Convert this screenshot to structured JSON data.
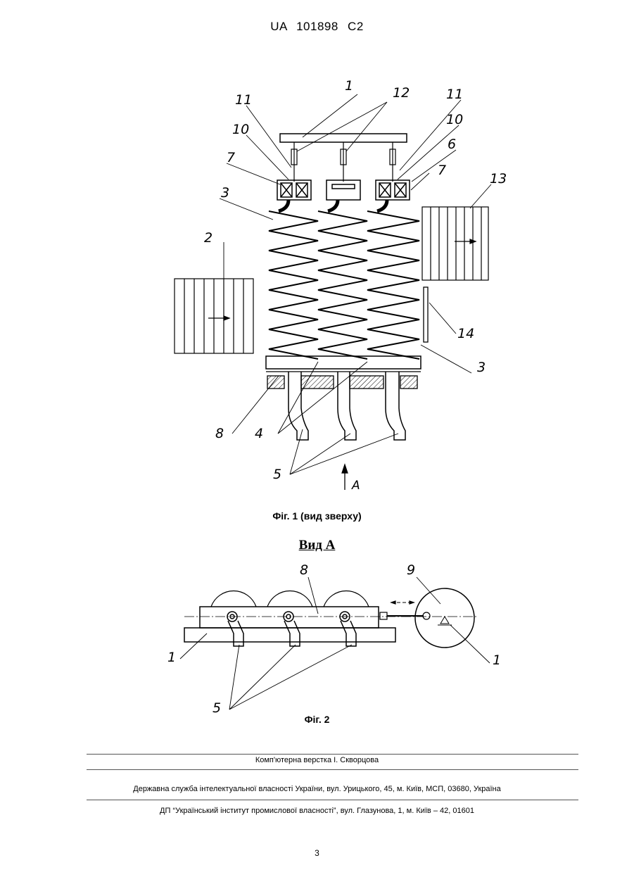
{
  "header": {
    "doc_code": "UA   101898   C2"
  },
  "figure1": {
    "caption": "Фіг. 1 (вид зверху)",
    "labels": {
      "l1": "1",
      "l2": "2",
      "l3a": "3",
      "l3b": "3",
      "l4": "4",
      "l5": "5",
      "l6": "6",
      "l7a": "7",
      "l7b": "7",
      "l8": "8",
      "l10a": "10",
      "l10b": "10",
      "l11a": "11",
      "l11b": "11",
      "l12": "12",
      "l13": "13",
      "l14": "14",
      "lA": "A"
    }
  },
  "figure2": {
    "title": "Вид А",
    "caption": "Фіг. 2",
    "labels": {
      "l1a": "1",
      "l1b": "1",
      "l5": "5",
      "l8": "8",
      "l9": "9"
    }
  },
  "footer": {
    "line1": "Комп'ютерна верстка І. Скворцова",
    "line2": "Державна служба інтелектуальної власності України, вул. Урицького, 45, м. Київ, МСП, 03680, Україна",
    "line3": "ДП “Український інститут промислової власності”, вул. Глазунова, 1, м. Київ – 42, 01601"
  },
  "page_number": "3"
}
